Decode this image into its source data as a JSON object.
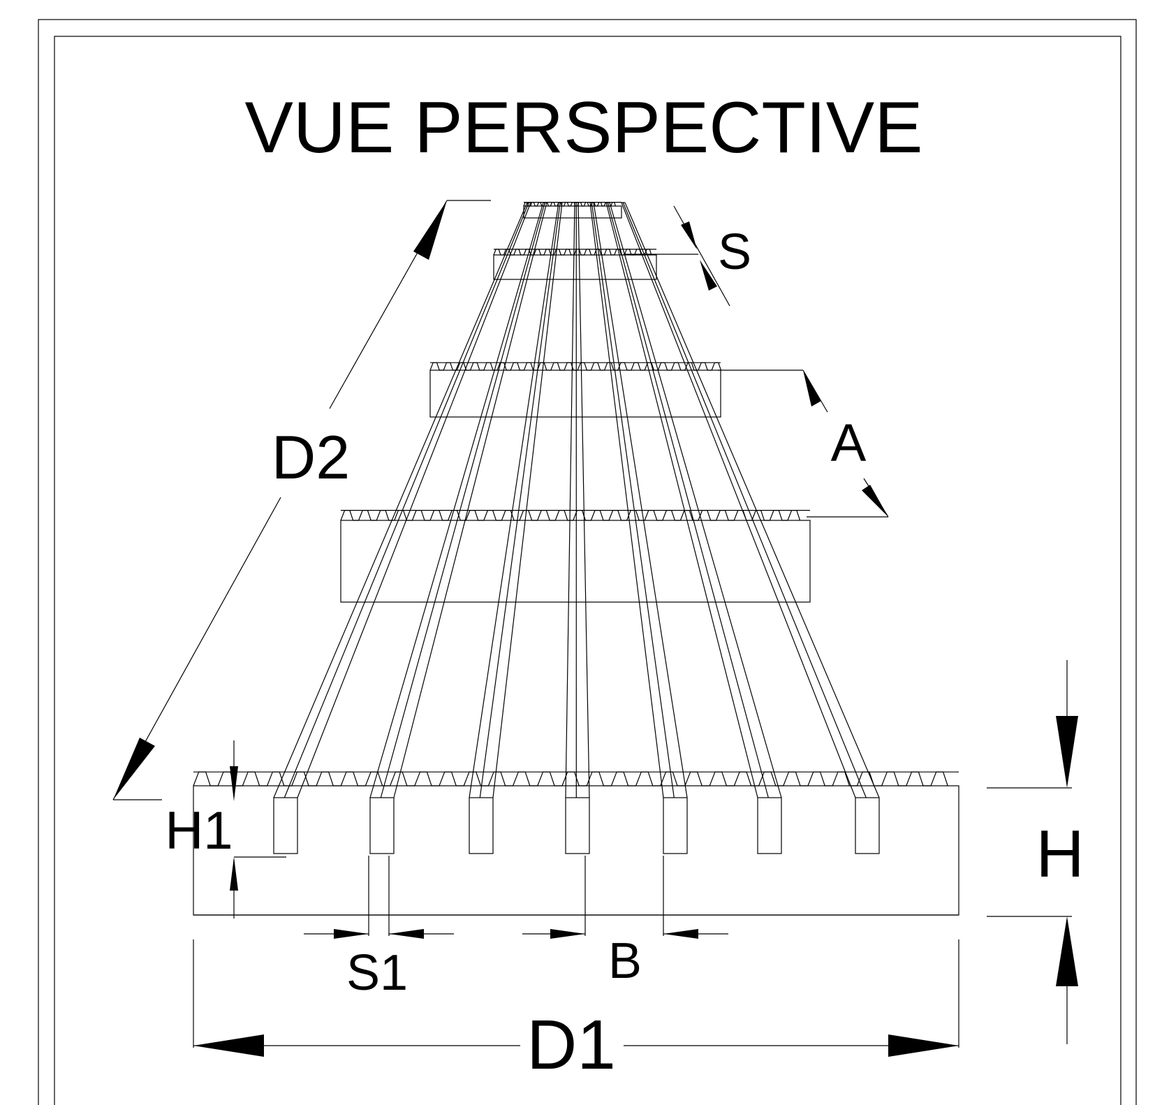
{
  "title": "VUE PERSPECTIVE",
  "dimension_labels": {
    "d2": "D2",
    "s": "S",
    "a": "A",
    "h1": "H1",
    "h": "H",
    "s1": "S1",
    "b": "B",
    "d1": "D1"
  },
  "colors": {
    "line": "#000000",
    "background": "#ffffff"
  }
}
